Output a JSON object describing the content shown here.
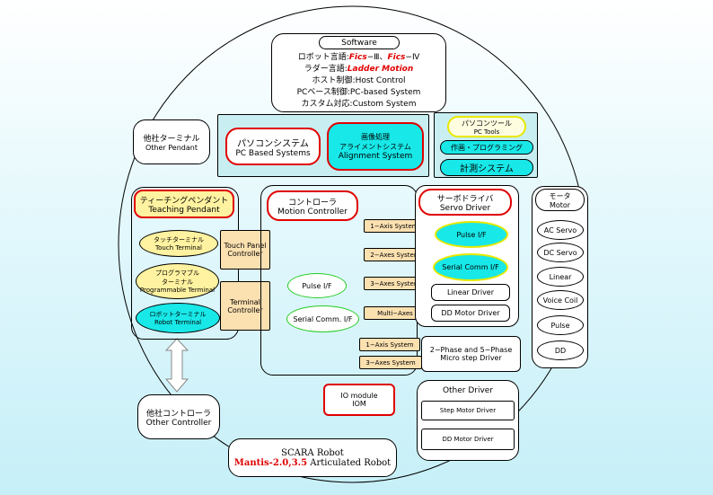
{
  "software": {
    "title": "Software",
    "robot_lang_prefix": "ロボット言語:",
    "robot_lang_fics1": "Fics",
    "robot_lang_v1": "−Ⅲ、",
    "robot_lang_fics2": "Fics",
    "robot_lang_v2": "−Ⅳ",
    "ladder_prefix": "ラダー言語:",
    "ladder_value": "Ladder Motion",
    "host": "ホスト制御:Host Control",
    "pc_based": "PCベース制御:PC-based System",
    "custom": "カスタム対応:Custom System"
  },
  "other_pendant": {
    "jp": "他社ターミナル",
    "en": "Other Pendant"
  },
  "pc_systems": {
    "jp": "パソコンシステム",
    "en": "PC Based Systems"
  },
  "alignment": {
    "jp1": "画像処理",
    "jp2": "アライメントシステム",
    "en": "Alignment System"
  },
  "pc_tools": {
    "jp": "パソコンツール",
    "en": "PC Tools",
    "drawing": "作画・プログラミング",
    "measure": "計測システム"
  },
  "teaching_pendant": {
    "jp": "ティーチングペンダント",
    "en": "Teaching Pendant",
    "touch_jp": "タッチターミナル",
    "touch_en": "Touch Terminal",
    "prog_jp1": "プログラマブル",
    "prog_jp2": "ターミナル",
    "prog_en": "Programmable Terminal",
    "robot_jp": "ロボットターミナル",
    "robot_en": "Robot Terminal",
    "tp_ctrl1": "Touch Panel",
    "tp_ctrl2": "Controller",
    "term_ctrl1": "Terminal",
    "term_ctrl2": "Controller"
  },
  "controller": {
    "jp": "コントローラ",
    "en": "Motion Controller",
    "pulse_if": "Pulse I/F",
    "serial_if": "Serial Comm. I/F",
    "axis1": "1−Axis System",
    "axes2": "2−Axes System",
    "axes3": "3−Axes System",
    "multi": "Multi−Axes",
    "axis1_b": "1−Axis System",
    "axes3_b": "3−Axes System"
  },
  "servo": {
    "jp": "サーボドライバ",
    "en": "Servo Driver",
    "pulse": "Pulse I/F",
    "serial": "Serial Comm I/F",
    "linear": "Linear Driver",
    "dd": "DD Motor Driver"
  },
  "micro": {
    "line1": "2−Phase and 5−Phase",
    "line2": "Micro step Driver"
  },
  "motor": {
    "jp": "モータ",
    "en": "Motor",
    "items": [
      "AC Servo",
      "DC Servo",
      "Linear",
      "Voice Coil",
      "Pulse",
      "DD"
    ]
  },
  "other_controller": {
    "jp": "他社コントローラ",
    "en": "Other Controller"
  },
  "io": {
    "l1": "IO module",
    "l2": "IOM"
  },
  "other_driver": {
    "title": "Other Driver",
    "step": "Step Motor Driver",
    "dd": "DD Motor Driver"
  },
  "scara": {
    "title": "SCARA Robot",
    "name": "Mantis-2.0,3.5",
    "suffix": " Articulated Robot"
  },
  "colors": {
    "red": "#e00000",
    "cyan": "#18e8e8",
    "tan": "#fbe0b0",
    "yellow": "#fff2a0",
    "green": "#22cc22"
  }
}
